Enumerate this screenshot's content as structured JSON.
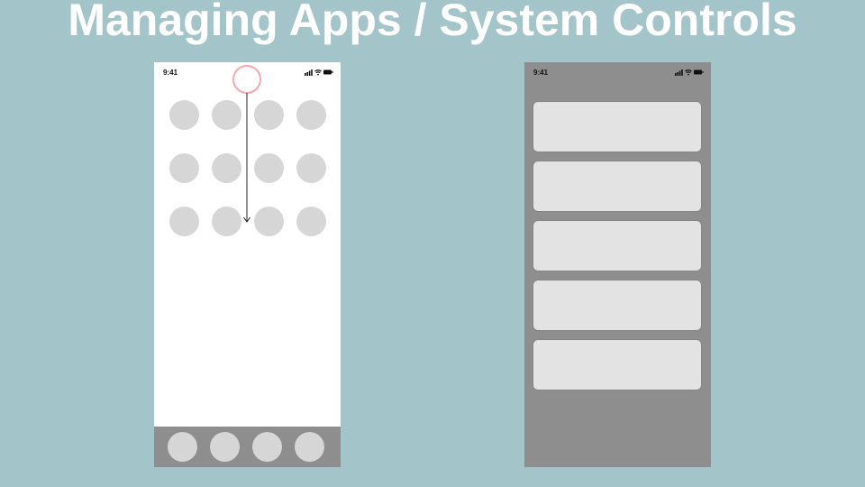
{
  "slide": {
    "title": "Managing Apps / System Controls"
  },
  "phones": {
    "home": {
      "status_time": "9:41",
      "status_icons": [
        "cellular-signal-icon",
        "wifi-icon",
        "battery-icon"
      ],
      "app_grid_count": 12,
      "dock_count": 4,
      "gesture": "swipe-down-from-top"
    },
    "controls": {
      "status_time": "9:41",
      "status_icons": [
        "cellular-signal-icon",
        "wifi-icon",
        "battery-icon"
      ],
      "tile_count": 5
    }
  },
  "colors": {
    "background": "#a3c4c9",
    "title": "#ffffff",
    "app_icon": "#d6d6d6",
    "dock": "#8e8e8e",
    "touch_indicator": "#f3a8ad",
    "controls_bg": "#8e8e8e",
    "control_tile": "#e3e3e3"
  }
}
